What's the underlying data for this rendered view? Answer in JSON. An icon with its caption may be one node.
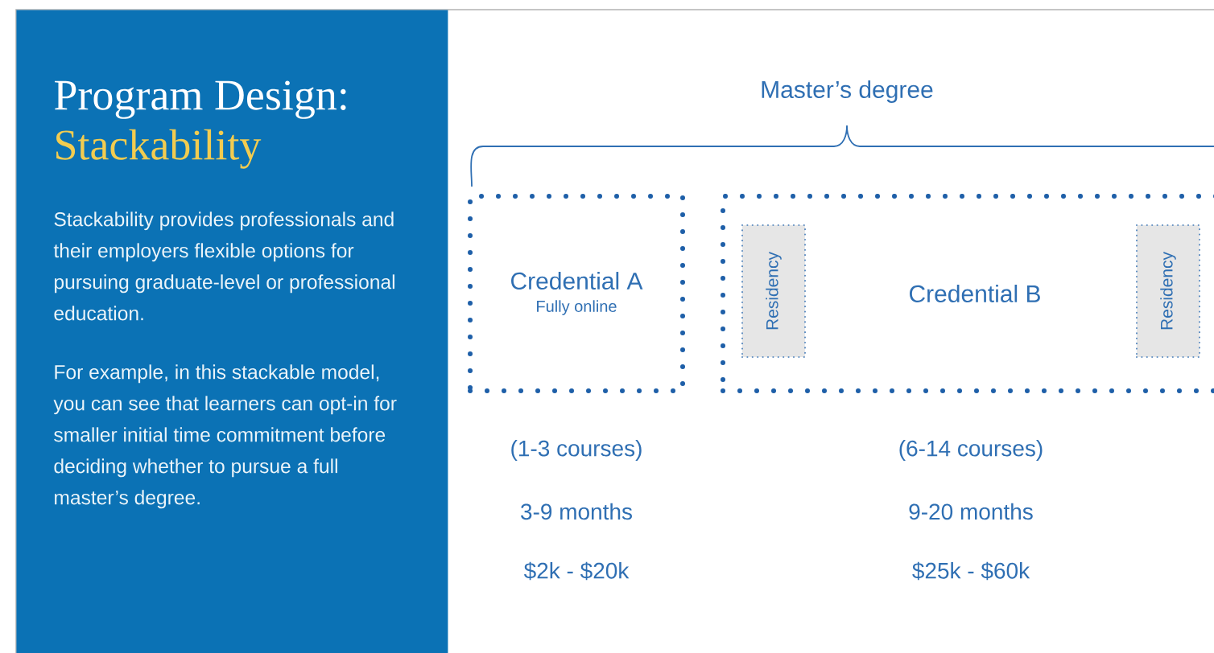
{
  "diagram": {
    "nodes": [
      {
        "text": [
          "Program Design:",
          "Stackability",
          "Stackability provides professionals and their employers flexible options for pursuing graduate-level or professional education.",
          "For example, in this stackable model, you can see that learners can opt-in for smaller initial time commitment before deciding whether to pursue a full master’s degree."
        ]
      },
      {
        "text": [
          "Credential A",
          "Fully online"
        ]
      },
      {
        "text": [
          "Credential B"
        ]
      },
      {
        "text": [
          "Residency"
        ],
        "in": 2
      },
      {
        "text": [
          "Residency"
        ],
        "in": 2
      }
    ],
    "labels": [
      "Master’s degree",
      "(1-3 courses)",
      "(6-14 courses)",
      "3-9 months",
      "9-20 months",
      "$2k - $20k",
      "$25k - $60k"
    ]
  }
}
